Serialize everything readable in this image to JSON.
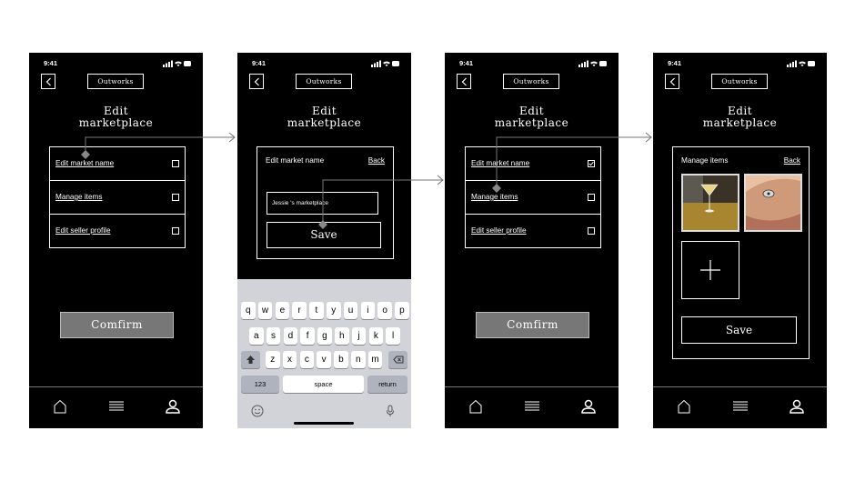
{
  "status_time": "9:41",
  "brand": "Outworks",
  "title_line1": "Edit",
  "title_line2": "marketplace",
  "menu": {
    "items": [
      {
        "label": "Edit market name"
      },
      {
        "label": "Manage items"
      },
      {
        "label": "Edit seller profile"
      }
    ]
  },
  "confirm_label": "Comfirm",
  "edit_name_panel": {
    "title": "Edit market name",
    "back": "Back",
    "input_value": "Jessie 's marketplace",
    "save": "Save"
  },
  "keyboard": {
    "row1": [
      "q",
      "w",
      "e",
      "r",
      "t",
      "y",
      "u",
      "i",
      "o",
      "p"
    ],
    "row2": [
      "a",
      "s",
      "d",
      "f",
      "g",
      "h",
      "j",
      "k",
      "l"
    ],
    "row3": [
      "z",
      "x",
      "c",
      "v",
      "b",
      "n",
      "m"
    ],
    "numbers": "123",
    "space": "space",
    "return": "return"
  },
  "manage_panel": {
    "title": "Manage items",
    "back": "Back",
    "save": "Save",
    "add_symbol": "+"
  },
  "nav_icons": [
    "home-icon",
    "list-icon",
    "profile-icon"
  ],
  "colors": {
    "screen_bg": "#000000",
    "confirm_bg": "#777777",
    "keyboard_bg": "#d1d3d9",
    "arrow": "#777777"
  }
}
